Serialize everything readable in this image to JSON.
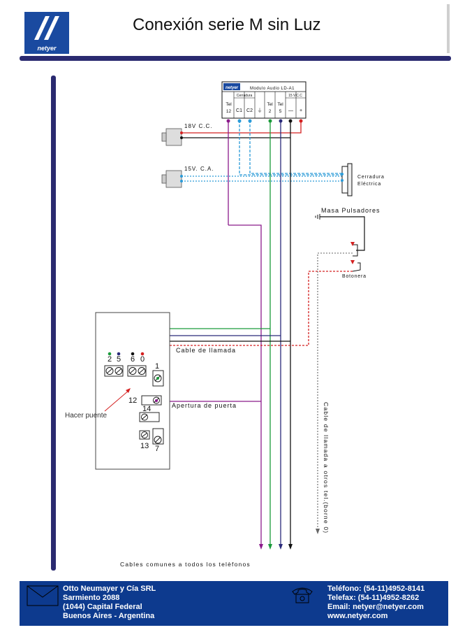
{
  "header": {
    "title": "Conexión serie M sin Luz",
    "logo_text": "netyer",
    "brand_color": "#1a4aa0"
  },
  "module": {
    "brand": "netyer",
    "name": "Modulo Audio LD-A1",
    "group_cerradura": "Cerradura",
    "group_vcc": "15 V.C.C",
    "terminals": [
      "Tel 12",
      "C1",
      "C2",
      "⏚",
      "Tel 2",
      "Tel 5",
      "—",
      "+"
    ]
  },
  "labels": {
    "supply_dc": "18V C.C.",
    "supply_ac": "15V. C.A.",
    "lock": "Cerradura Eléctrica",
    "masa": "Masa Pulsadores",
    "botonera": "Botonera",
    "cable_llamada": "Cable de llamada",
    "apertura": "Apertura de puerta",
    "hacer_puente": "Hacer puente",
    "cable_otros": "Cable de llamada a otros tel.(borne 0)",
    "cables_comunes": "Cables comunes a todos los telèfonos"
  },
  "phone": {
    "top_terminals": [
      "2",
      "5",
      "6",
      "0"
    ],
    "numbers": [
      "1",
      "12",
      "14",
      "13",
      "7"
    ]
  },
  "wire_colors": {
    "purple": "#8b1a8b",
    "green": "#1a9a3a",
    "navy": "#2a2a7a",
    "black": "#111111",
    "red": "#d42020",
    "blue": "#2a9ad8",
    "gray": "#666666"
  },
  "footer": {
    "company": "Otto Neumayer y Cía SRL",
    "street": "Sarmiento 2088",
    "city": "(1044) Capital Federal",
    "country": "Buenos Aires - Argentina",
    "phone": "Teléfono: (54-11)4952-8141",
    "fax": "Telefax: (54-11)4952-8262",
    "email": "Email: netyer@netyer.com",
    "web": "www.netyer.com"
  }
}
